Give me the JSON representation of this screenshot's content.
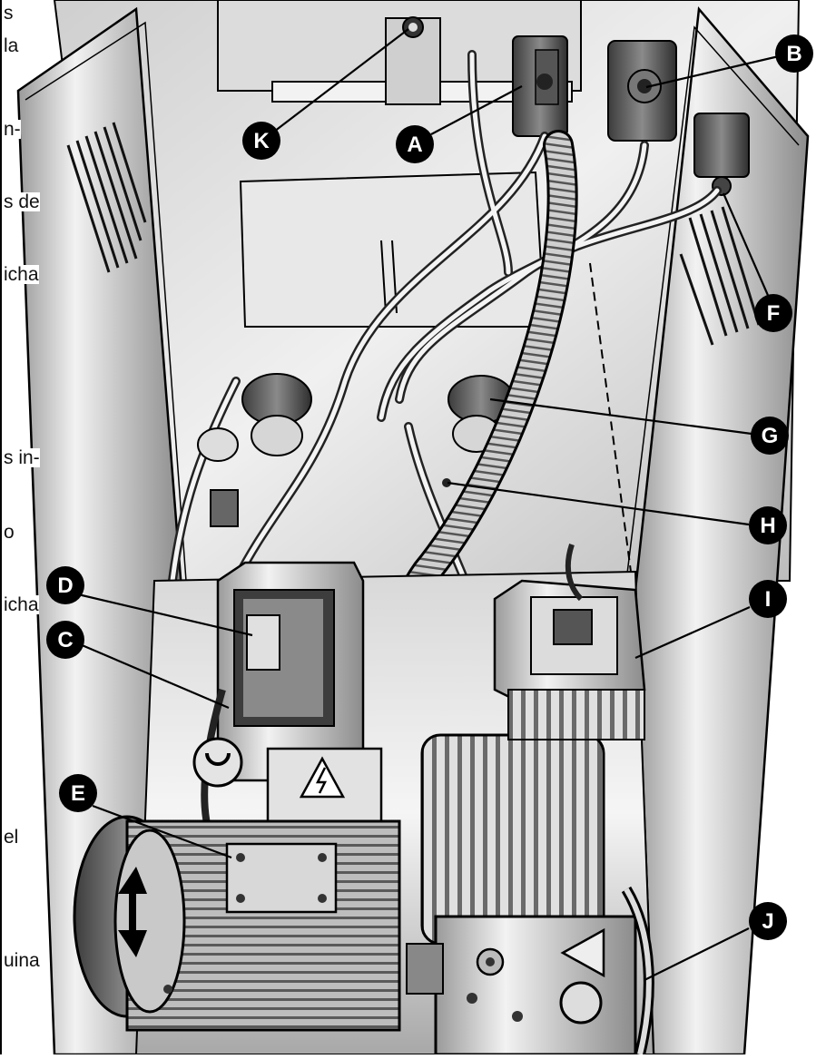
{
  "callouts": [
    {
      "id": "A",
      "label": "A"
    },
    {
      "id": "B",
      "label": "B"
    },
    {
      "id": "C",
      "label": "C"
    },
    {
      "id": "D",
      "label": "D"
    },
    {
      "id": "E",
      "label": "E"
    },
    {
      "id": "F",
      "label": "F"
    },
    {
      "id": "G",
      "label": "G"
    },
    {
      "id": "H",
      "label": "H"
    },
    {
      "id": "I",
      "label": "I"
    },
    {
      "id": "J",
      "label": "J"
    },
    {
      "id": "K",
      "label": "K"
    }
  ],
  "text_fragments": [
    "s",
    "la",
    "n-",
    "s de",
    "icha",
    "s in-",
    "o",
    "icha",
    "el",
    "uina"
  ],
  "colors": {
    "ink": "#000000",
    "paper": "#ffffff",
    "steel_light": "#e4e4e4",
    "steel_mid": "#b8b8b8",
    "steel_dark": "#7a7a7a"
  }
}
